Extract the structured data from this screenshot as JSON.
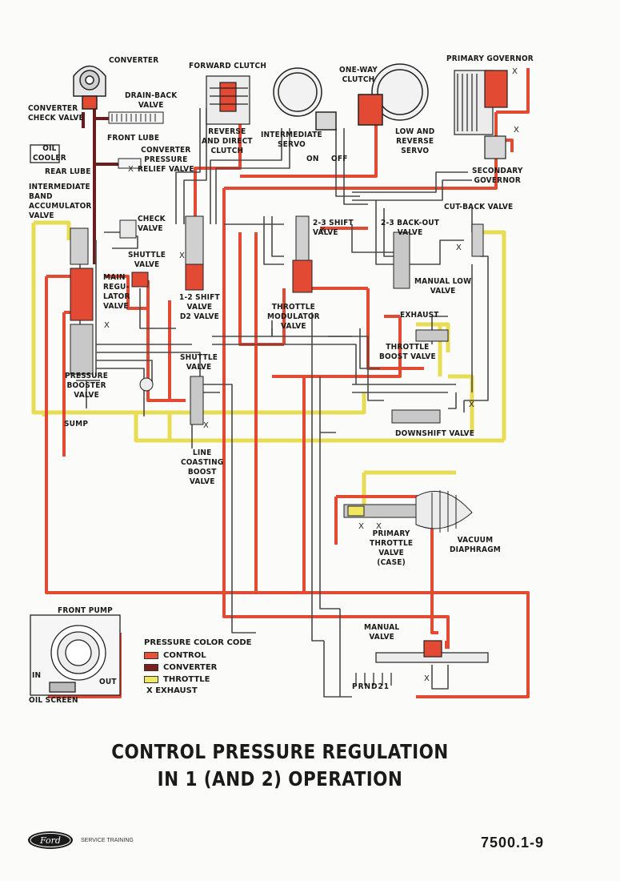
{
  "title_line1": "CONTROL PRESSURE REGULATION",
  "title_line2": "IN 1 (AND 2) OPERATION",
  "labels": {
    "converter": "CONVERTER",
    "forward_clutch": "FORWARD CLUTCH",
    "one_way_clutch": "ONE-WAY\nCLUTCH",
    "primary_governor": "PRIMARY GOVERNOR",
    "converter_check_valve": "CONVERTER\nCHECK VALVE",
    "drain_back_valve": "DRAIN-BACK\nVALVE",
    "front_lube": "FRONT LUBE",
    "oil_cooler": "OIL\nCOOLER",
    "converter_pressure_relief": "CONVERTER\nPRESSURE\nRELIEF VALVE",
    "rear_lube": "REAR LUBE",
    "reverse_direct_clutch": "REVERSE\nAND DIRECT\nCLUTCH",
    "intermediate_servo": "INTERMEDIATE\nSERVO",
    "on": "ON",
    "off": "OFF",
    "low_reverse_servo": "LOW AND\nREVERSE\nSERVO",
    "secondary_governor": "SECONDARY\nGOVERNOR",
    "intermediate_band_accumulator": "INTERMEDIATE\nBAND\nACCUMULATOR\nVALVE",
    "check_valve": "CHECK\nVALVE",
    "shift_2_3": "2-3 SHIFT\nVALVE",
    "back_out_2_3": "2-3 BACK-OUT\nVALVE",
    "cut_back_valve": "CUT-BACK VALVE",
    "shuttle_valve_top": "SHUTTLE\nVALVE",
    "main_regulator": "MAIN\nREGU-\nLATOR\nVALVE",
    "shift_1_2": "1-2 SHIFT\nVALVE\nD2 VALVE",
    "throttle_modulator": "THROTTLE\nMODULATOR\nVALVE",
    "manual_low_valve": "MANUAL LOW\nVALVE",
    "exhaust": "EXHAUST",
    "throttle_boost": "THROTTLE\nBOOST VALVE",
    "pressure_booster": "PRESSURE\nBOOSTER\nVALVE",
    "shuttle_valve_mid": "SHUTTLE\nVALVE",
    "sump": "SUMP",
    "downshift_valve": "DOWNSHIFT VALVE",
    "line_coasting_boost": "LINE\nCOASTING\nBOOST\nVALVE",
    "primary_throttle": "PRIMARY\nTHROTTLE\nVALVE\n(CASE)",
    "vacuum_diaphragm": "VACUUM\nDIAPHRAGM",
    "front_pump": "FRONT PUMP",
    "manual_valve": "MANUAL\nVALVE",
    "prnd21": "PRND21",
    "in": "IN",
    "out": "OUT",
    "oil_screen": "OIL SCREEN"
  },
  "legend": {
    "title": "PRESSURE COLOR CODE",
    "items": [
      {
        "label": "CONTROL",
        "color": "#e8503a"
      },
      {
        "label": "CONVERTER",
        "color": "#7a1f1f"
      },
      {
        "label": "THROTTLE",
        "color": "#f0e860"
      }
    ],
    "exhaust": "X  EXHAUST"
  },
  "footer": {
    "brand": "Ford",
    "service": "SERVICE TRAINING",
    "doc_number": "7500.1-9"
  },
  "colors": {
    "control": "#e8503a",
    "converter": "#7a1f1f",
    "throttle": "#f0e860",
    "line": "#3a3a3a"
  }
}
